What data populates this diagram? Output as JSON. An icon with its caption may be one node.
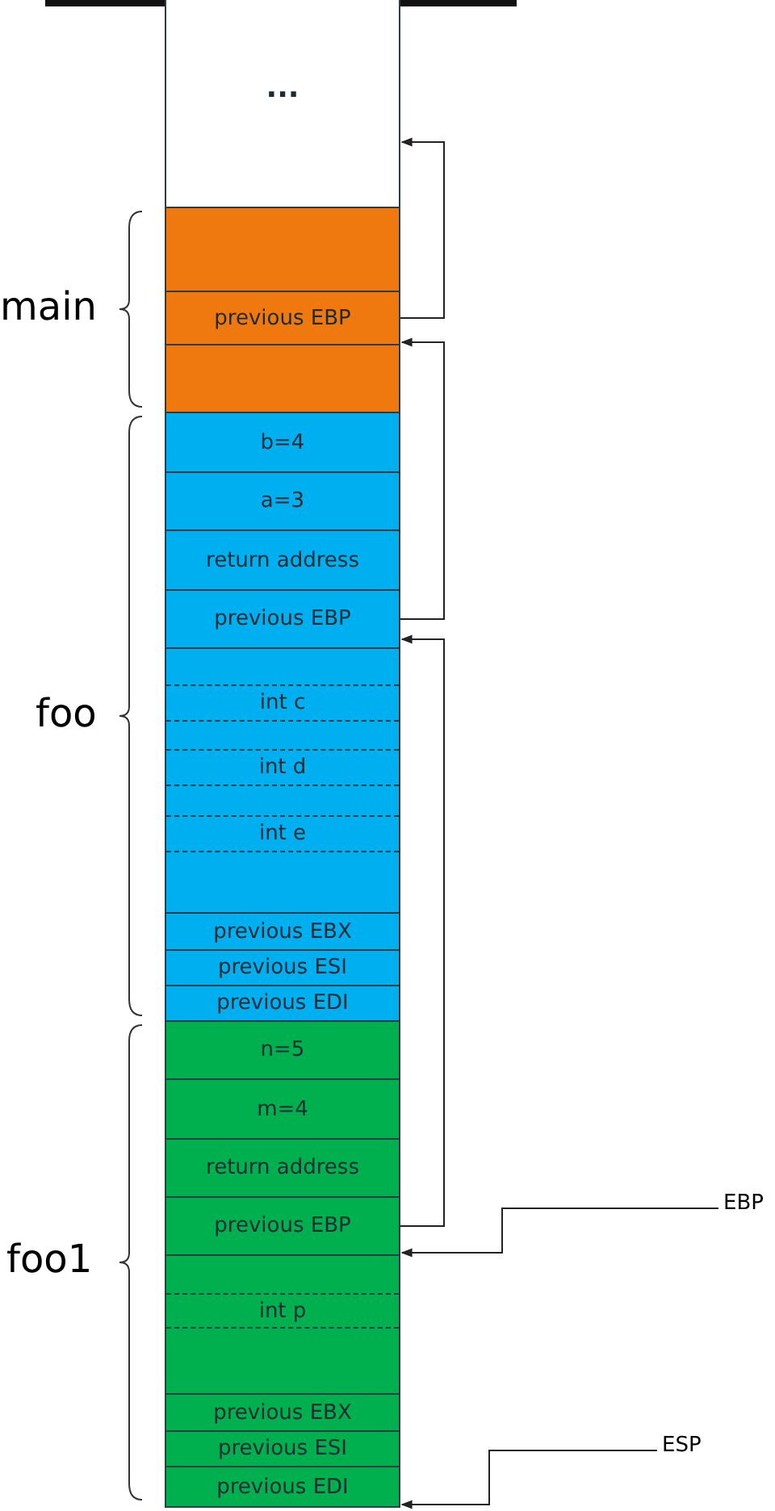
{
  "diagram": {
    "nodes": [
      {
        "text": [
          "..."
        ]
      },
      {
        "text": [],
        "shape": "box"
      },
      {
        "text": [
          "previous EBP"
        ]
      },
      {
        "text": [],
        "shape": "box"
      },
      {
        "text": [
          "b=4"
        ]
      },
      {
        "text": [
          "a=3"
        ]
      },
      {
        "text": [
          "return address"
        ]
      },
      {
        "text": [
          "previous EBP"
        ]
      },
      {
        "text": [],
        "shape": "box"
      },
      {
        "text": [
          "int c"
        ],
        "in": 8
      },
      {
        "text": [
          "int d"
        ],
        "in": 8
      },
      {
        "text": [
          "int e"
        ],
        "in": 8
      },
      {
        "text": [
          "previous EBX"
        ]
      },
      {
        "text": [
          "previous ESI"
        ]
      },
      {
        "text": [
          "previous EDI"
        ]
      },
      {
        "text": [
          "n=5"
        ]
      },
      {
        "text": [
          "m=4"
        ]
      },
      {
        "text": [
          "return address"
        ]
      },
      {
        "text": [
          "previous EBP"
        ]
      },
      {
        "text": [],
        "shape": "box"
      },
      {
        "text": [
          "int p"
        ],
        "in": 19
      },
      {
        "text": [
          "previous EBX"
        ]
      },
      {
        "text": [
          "previous ESI"
        ]
      },
      {
        "text": [
          "previous EDI"
        ]
      },
      {
        "text": [
          "EBP"
        ]
      },
      {
        "text": [
          "ESP"
        ]
      }
    ],
    "edges": [
      {
        "from": 2,
        "to": 0,
        "arrow": "to"
      },
      {
        "from": 7,
        "to": 3,
        "arrow": "to"
      },
      {
        "from": 18,
        "to": 8,
        "arrow": "to"
      },
      {
        "from": 24,
        "to": 19,
        "arrow": "to"
      },
      {
        "from": 25,
        "to": 23,
        "arrow": "to"
      }
    ],
    "labels": [
      "main",
      "foo",
      "foo1"
    ]
  }
}
